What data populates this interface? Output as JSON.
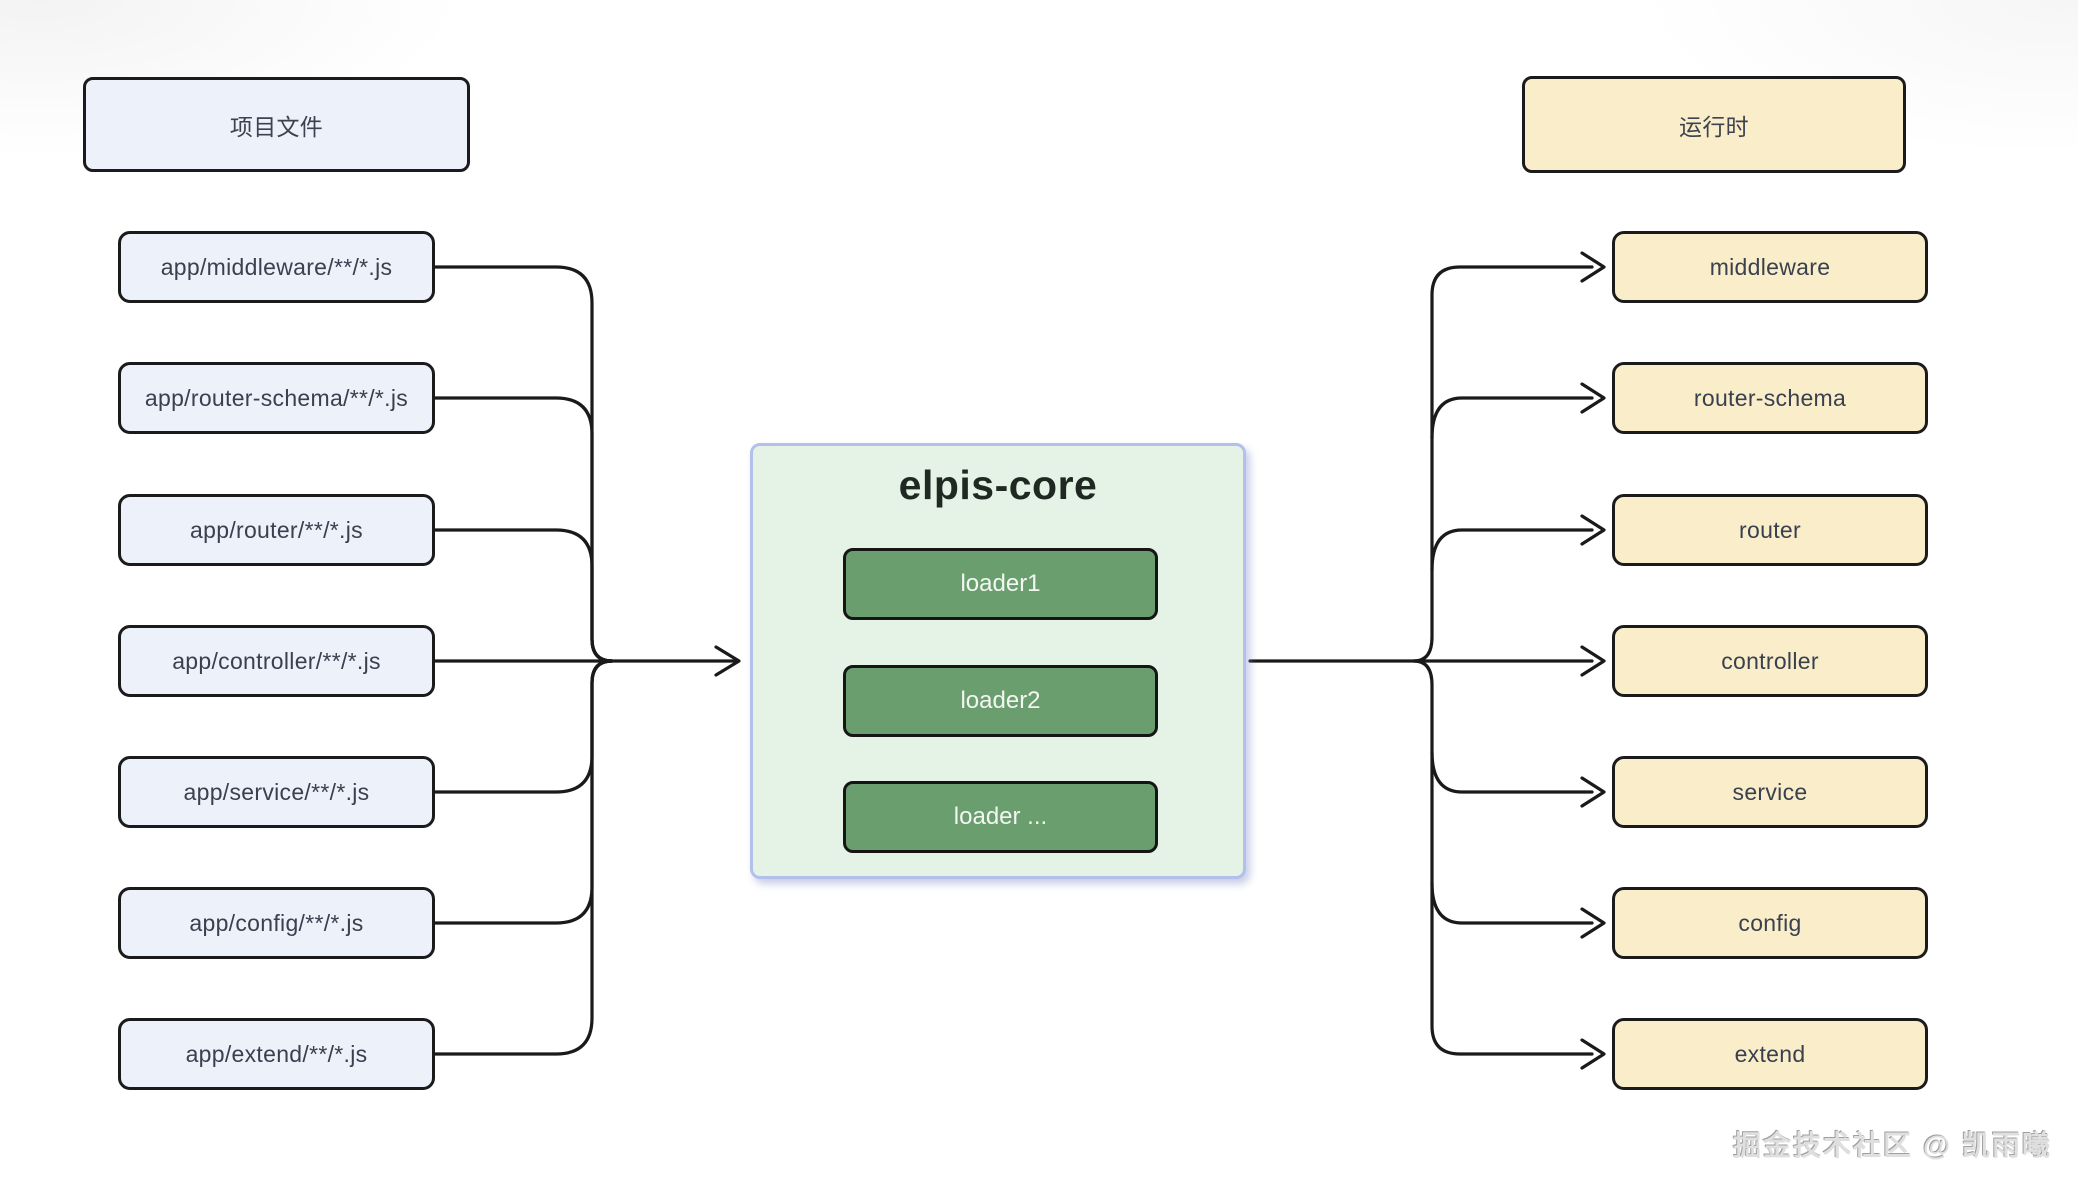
{
  "diagram": {
    "left_header": "项目文件",
    "right_header": "运行时",
    "left_files": [
      "app/middleware/**/*.js",
      "app/router-schema/**/*.js",
      "app/router/**/*.js",
      "app/controller/**/*.js",
      "app/service/**/*.js",
      "app/config/**/*.js",
      "app/extend/**/*.js"
    ],
    "core": {
      "title": "elpis-core",
      "loaders": [
        "loader1",
        "loader2",
        "loader ..."
      ]
    },
    "right_modules": [
      "middleware",
      "router-schema",
      "router",
      "controller",
      "service",
      "config",
      "extend"
    ],
    "watermark": "掘金技术社区 @ 凯雨曦",
    "colors": {
      "file_box_fill": "#edf1fa",
      "runtime_box_fill": "#faeeca",
      "core_fill": "#e5f2e6",
      "core_border": "#b4c0ec",
      "loader_fill": "#6b9e6e",
      "box_border": "#1b1b1b",
      "line": "#1a1a1a"
    }
  }
}
